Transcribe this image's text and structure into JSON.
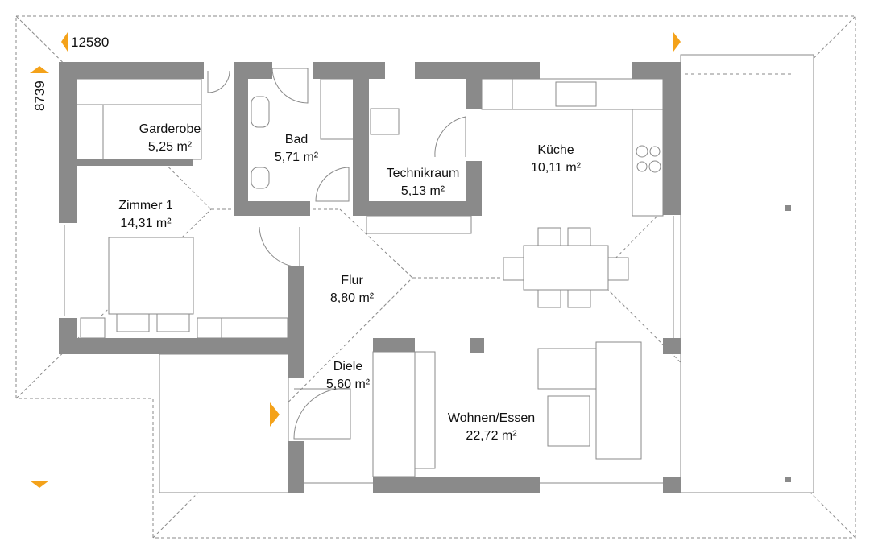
{
  "dimensions": {
    "width": "12580",
    "depth": "8739"
  },
  "rooms": [
    {
      "name": "Garderobe",
      "area": "5,25 m²"
    },
    {
      "name": "Bad",
      "area": "5,71 m²"
    },
    {
      "name": "Technikraum",
      "area": "5,13 m²"
    },
    {
      "name": "Küche",
      "area": "10,11 m²"
    },
    {
      "name": "Zimmer 1",
      "area": "14,31 m²"
    },
    {
      "name": "Flur",
      "area": "8,80 m²"
    },
    {
      "name": "Diele",
      "area": "5,60 m²"
    },
    {
      "name": "Wohnen/Essen",
      "area": "22,72 m²"
    }
  ],
  "colors": {
    "wall": "#8a8a8a",
    "marker": "#f4a21a"
  }
}
